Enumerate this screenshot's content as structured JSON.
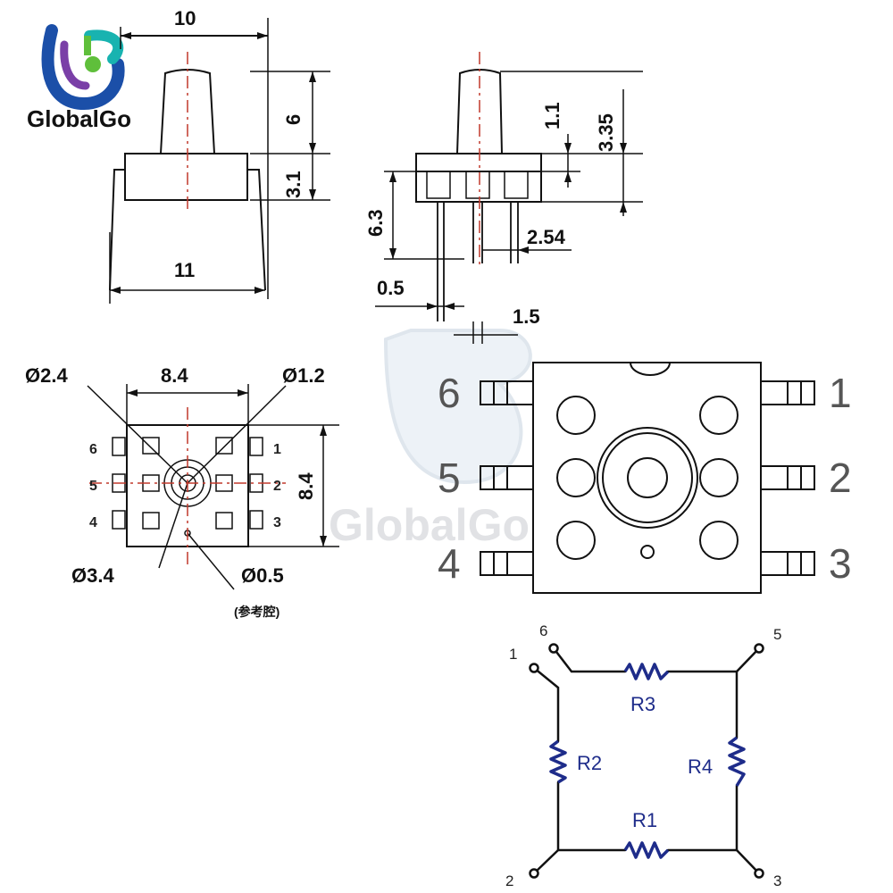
{
  "brand": {
    "name": "GlobalGo",
    "watermark": "GlobalGo",
    "colors": {
      "blue": "#1b4fa8",
      "teal": "#18b3b0",
      "green": "#5fbf3b",
      "purple": "#7a3fa7"
    }
  },
  "side_view": {
    "top_width": "10",
    "tube_height": "6",
    "body_height": "3.1",
    "bottom_width": "11"
  },
  "front_view": {
    "dim_1_1": "1.1",
    "dim_3_35": "3.35",
    "dim_6_3": "6.3",
    "pitch": "2.54",
    "pin_width": "0.5",
    "pin_spacing": "1.5"
  },
  "bottom_view": {
    "hole_2_4": "Ø2.4",
    "hole_1_2": "Ø1.2",
    "hole_3_4": "Ø3.4",
    "hole_0_5": "Ø0.5",
    "width": "8.4",
    "height": "8.4",
    "note": "(参考腔)",
    "pins": [
      "1",
      "2",
      "3",
      "4",
      "5",
      "6"
    ]
  },
  "top_view": {
    "pins": [
      "1",
      "2",
      "3",
      "4",
      "5",
      "6"
    ]
  },
  "schematic": {
    "nodes": [
      "1",
      "2",
      "3",
      "5",
      "6"
    ],
    "resistors": [
      "R1",
      "R2",
      "R3",
      "R4"
    ]
  },
  "colors": {
    "line": "#111111",
    "resistor": "#1e2c8a",
    "centerline": "#c0392b",
    "watermark": "#c9ccd1"
  }
}
